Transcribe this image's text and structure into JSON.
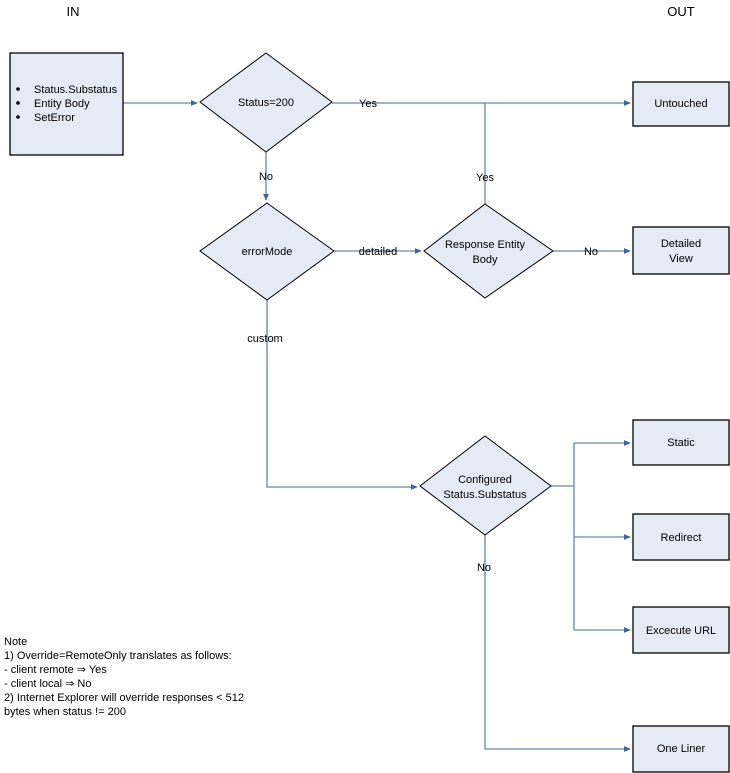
{
  "diagram": {
    "title_columns": {
      "in": "IN",
      "out": "OUT"
    },
    "colors": {
      "node_fill": "#e4ebf5",
      "node_stroke": "#000000",
      "edge_stroke": "#6b86ab",
      "text": "#000000",
      "background": "#ffffff"
    },
    "input_node": {
      "name": "input-box",
      "bullets": [
        "Status.Substatus",
        "Entity Body",
        "SetError"
      ]
    },
    "decisions": [
      {
        "id": "status200",
        "label": "Status=200"
      },
      {
        "id": "errormode",
        "label": "errorMode"
      },
      {
        "id": "respentity",
        "label_line1": "Response Entity",
        "label_line2": "Body"
      },
      {
        "id": "configured",
        "label_line1": "Configured",
        "label_line2": "Status.Substatus"
      }
    ],
    "outputs": [
      {
        "id": "untouched",
        "label": "Untouched"
      },
      {
        "id": "detailedview",
        "label_line1": "Detailed",
        "label_line2": "View"
      },
      {
        "id": "static",
        "label": "Static"
      },
      {
        "id": "redirect",
        "label": "Redirect"
      },
      {
        "id": "excecuteurl",
        "label": "Excecute URL"
      },
      {
        "id": "oneliner",
        "label": "One Liner"
      }
    ],
    "edge_labels": {
      "status200_yes": "Yes",
      "status200_no": "No",
      "respentity_yes": "Yes",
      "respentity_no": "No",
      "errormode_detailed": "detailed",
      "errormode_custom": "custom",
      "configured_no": "No"
    },
    "note": {
      "heading": "Note",
      "lines": [
        "1) Override=RemoteOnly translates as follows:",
        "- client remote ⇒ Yes",
        "- client local ⇒ No",
        "2) Internet Explorer will override responses < 512",
        "bytes when status != 200"
      ]
    }
  }
}
